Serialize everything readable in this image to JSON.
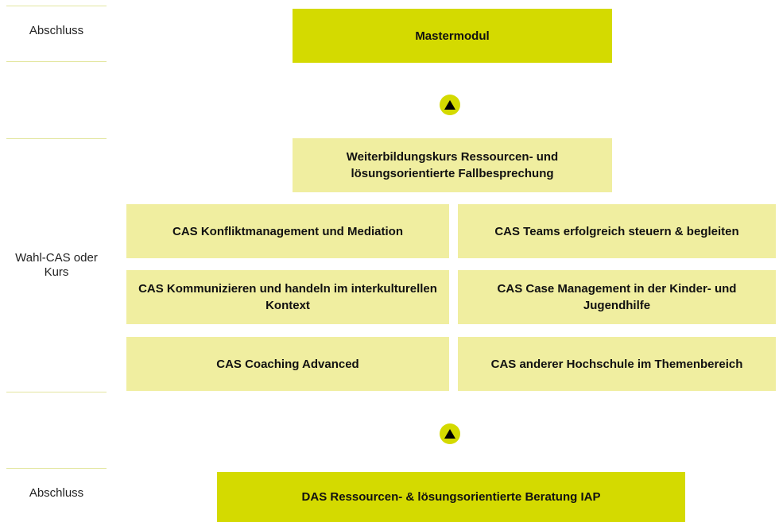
{
  "left_labels": {
    "top": "Abschluss",
    "middle": "Wahl-CAS oder Kurs",
    "bottom": "Abschluss"
  },
  "boxes": {
    "master": "Mastermodul",
    "course": "Weiterbildungskurs Ressourcen- und lösungsorientierte Fallbesprechung",
    "cas": [
      "CAS Konfliktmanagement und Mediation",
      "CAS Teams erfolgreich steuern & begleiten",
      "CAS Kommunizieren und handeln im interkulturellen Kontext",
      "CAS Case Management in der Kinder- und Jugendhilfe",
      "CAS Coaching Advanced",
      "CAS anderer Hochschule im Themenbereich"
    ],
    "das": "DAS Ressourcen- & lösungsorientierte Beratung IAP"
  },
  "icons": {
    "arrow": "arrow-up-icon"
  },
  "colors": {
    "accent": "#d4da00",
    "light": "#f0eea0"
  }
}
